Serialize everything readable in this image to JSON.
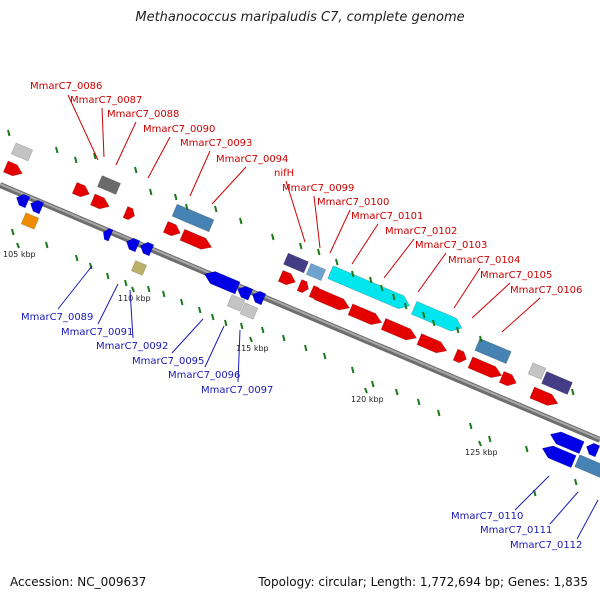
{
  "title": "Methanococcus maripaludis C7, complete genome",
  "footer": {
    "accession": "Accession: NC_009637",
    "summary": "Topology: circular; Length: 1,772,694 bp; Genes: 1,835"
  },
  "colors": {
    "forward_gene": "#e50000",
    "reverse_gene": "#0000e6",
    "forward_label": "#cc0000",
    "reverse_label": "#1a1ab3",
    "backbone": "#808080",
    "tick_marks": "#1a7a1a"
  },
  "kbp_labels": [
    "105 kbp",
    "110 kbp",
    "115 kbp",
    "120 kbp",
    "125 kbp"
  ],
  "forward_labels": [
    "MmarC7_0086",
    "MmarC7_0087",
    "MmarC7_0088",
    "MmarC7_0090",
    "MmarC7_0093",
    "MmarC7_0094",
    "nifH",
    "MmarC7_0099",
    "MmarC7_0100",
    "MmarC7_0101",
    "MmarC7_0102",
    "MmarC7_0103",
    "MmarC7_0104",
    "MmarC7_0105",
    "MmarC7_0106"
  ],
  "reverse_labels": [
    "MmarC7_0089",
    "MmarC7_0091",
    "MmarC7_0092",
    "MmarC7_0095",
    "MmarC7_0096",
    "MmarC7_0097",
    "MmarC7_0110",
    "MmarC7_0111",
    "MmarC7_0112"
  ]
}
